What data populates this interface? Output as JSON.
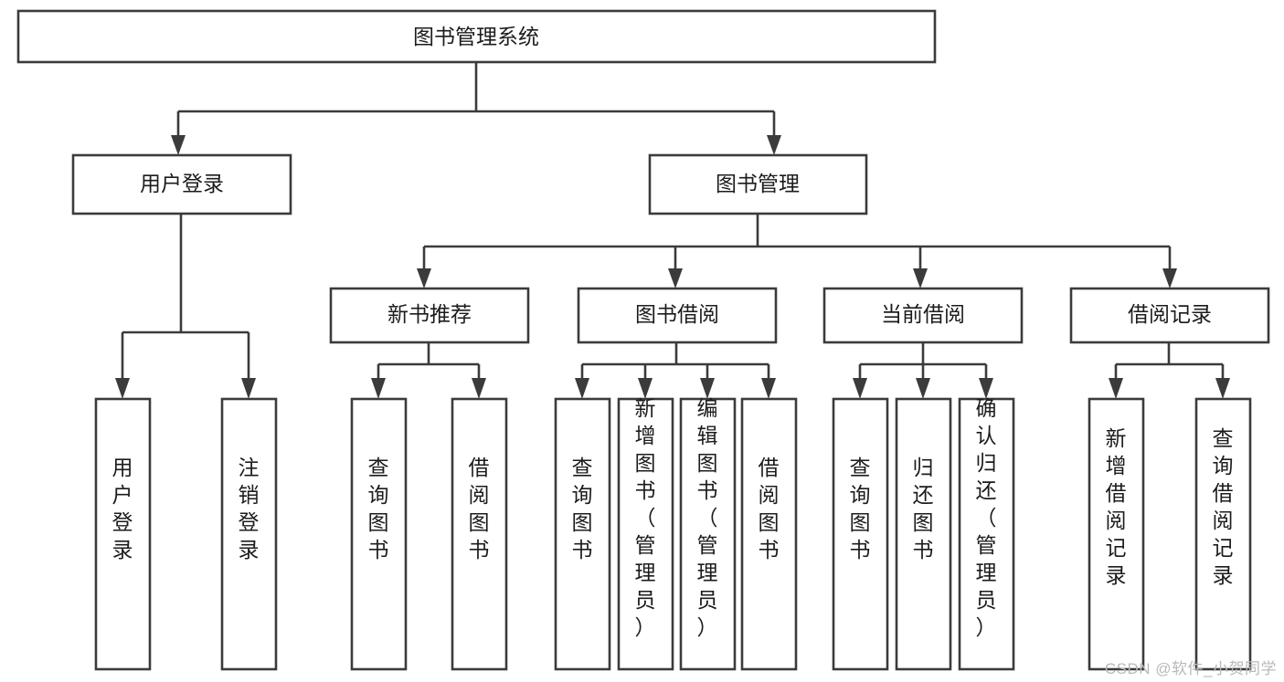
{
  "diagram": {
    "type": "tree-hierarchy",
    "title": "图书管理系统",
    "watermark": "CSDN @软件_小贺同学",
    "colors": {
      "box_stroke": "#3b3b3b",
      "box_fill": "#ffffff",
      "connector": "#3b3b3b",
      "text": "#1c1c1c",
      "background": "#ffffff",
      "watermark": "#b9b9b9"
    },
    "root": {
      "label": "图书管理系统"
    },
    "level2": [
      {
        "label": "用户登录"
      },
      {
        "label": "图书管理"
      }
    ],
    "level3": [
      {
        "label": "新书推荐"
      },
      {
        "label": "图书借阅"
      },
      {
        "label": "当前借阅"
      },
      {
        "label": "借阅记录"
      }
    ],
    "leaves": {
      "user_login": [
        {
          "label": "用户登录"
        },
        {
          "label": "注销登录"
        }
      ],
      "new_book_recommend": [
        {
          "label": "查询图书"
        },
        {
          "label": "借阅图书"
        }
      ],
      "book_borrow": [
        {
          "label": "查询图书"
        },
        {
          "label": "新增图书（管理员）"
        },
        {
          "label": "编辑图书（管理员）"
        },
        {
          "label": "借阅图书"
        }
      ],
      "current_borrow": [
        {
          "label": "查询图书"
        },
        {
          "label": "归还图书"
        },
        {
          "label": "确认归还（管理员）"
        }
      ],
      "borrow_record": [
        {
          "label": "新增借阅记录"
        },
        {
          "label": "查询借阅记录"
        }
      ]
    }
  }
}
